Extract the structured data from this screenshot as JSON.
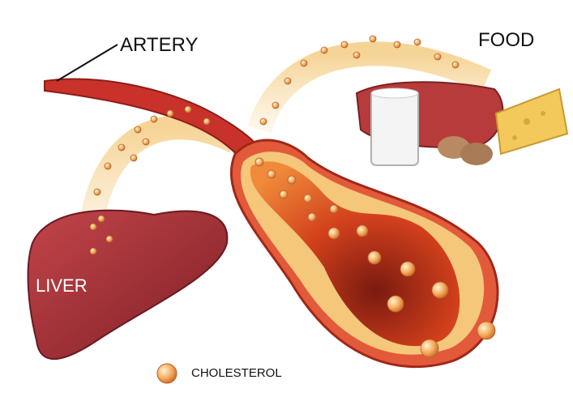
{
  "labels": {
    "artery": "ARTERY",
    "food": "FOOD",
    "liver": "LIVER",
    "cholesterol": "CHOLESTEROL"
  },
  "colors": {
    "artery": "#c8322a",
    "plaque": "#f4c77a",
    "liver": "#a8333a",
    "cholesterol": "#f0a860"
  }
}
